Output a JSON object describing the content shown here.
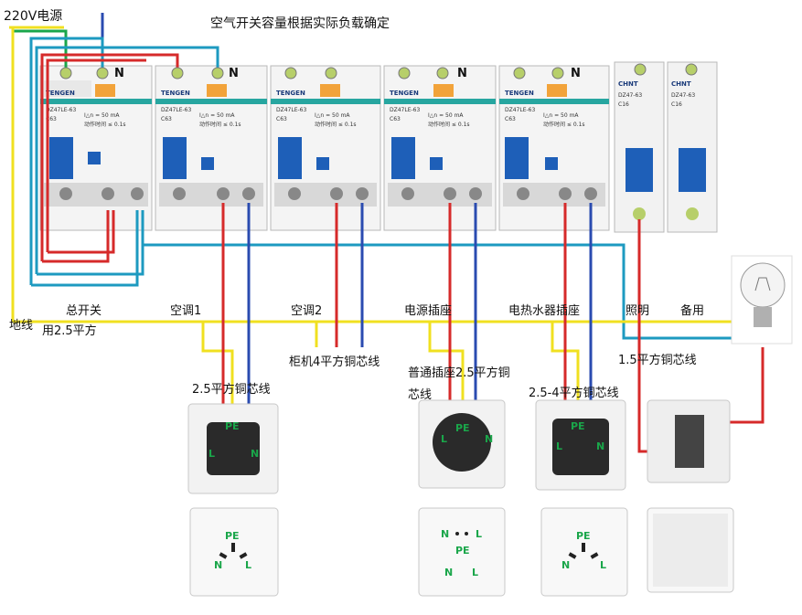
{
  "labels": {
    "power_source": "220V电源",
    "breaker_note": "空气开关容量根据实际负载确定",
    "ground_wire": "地线",
    "main_switch": "总开关",
    "main_switch_wire": "用2.5平方",
    "ac1": "空调1",
    "ac2": "空调2",
    "cabinet_wire": "柜机4平方铜芯线",
    "power_socket": "电源插座",
    "normal_socket_wire_1": "普通插座2.5平方铜",
    "normal_socket_wire_2": "芯线",
    "water_heater": "电热水器插座",
    "lighting": "照明",
    "spare": "备用",
    "lighting_wire": "1.5平方铜芯线",
    "ac1_wire": "2.5平方铜芯线",
    "water_heater_wire": "2.5-4平方铜芯线"
  },
  "breakers": {
    "rcd_brand": "TENGEN",
    "rcd_model": "DZ47LE-63",
    "rcd_rating": "C63",
    "rcd_spec": "I△n = 50 mA",
    "rcd_spec2": "动作时间 ≤ 0.1s",
    "mcb_brand": "CHNT",
    "mcb_model": "DZ47-63",
    "mcb_rating": "C16",
    "n_mark": "N"
  },
  "sockets": {
    "pin_pe": "PE",
    "pin_l": "L",
    "pin_n": "N"
  },
  "colors": {
    "live": "#d62a2a",
    "neutral": "#2a4bb0",
    "ground_yellow": "#f0e020",
    "ground_green": "#1aa64a",
    "bus_cyan": "#1d9ac0",
    "breaker_blue": "#1e5fb8",
    "terminal_orange": "#f2a33a"
  }
}
